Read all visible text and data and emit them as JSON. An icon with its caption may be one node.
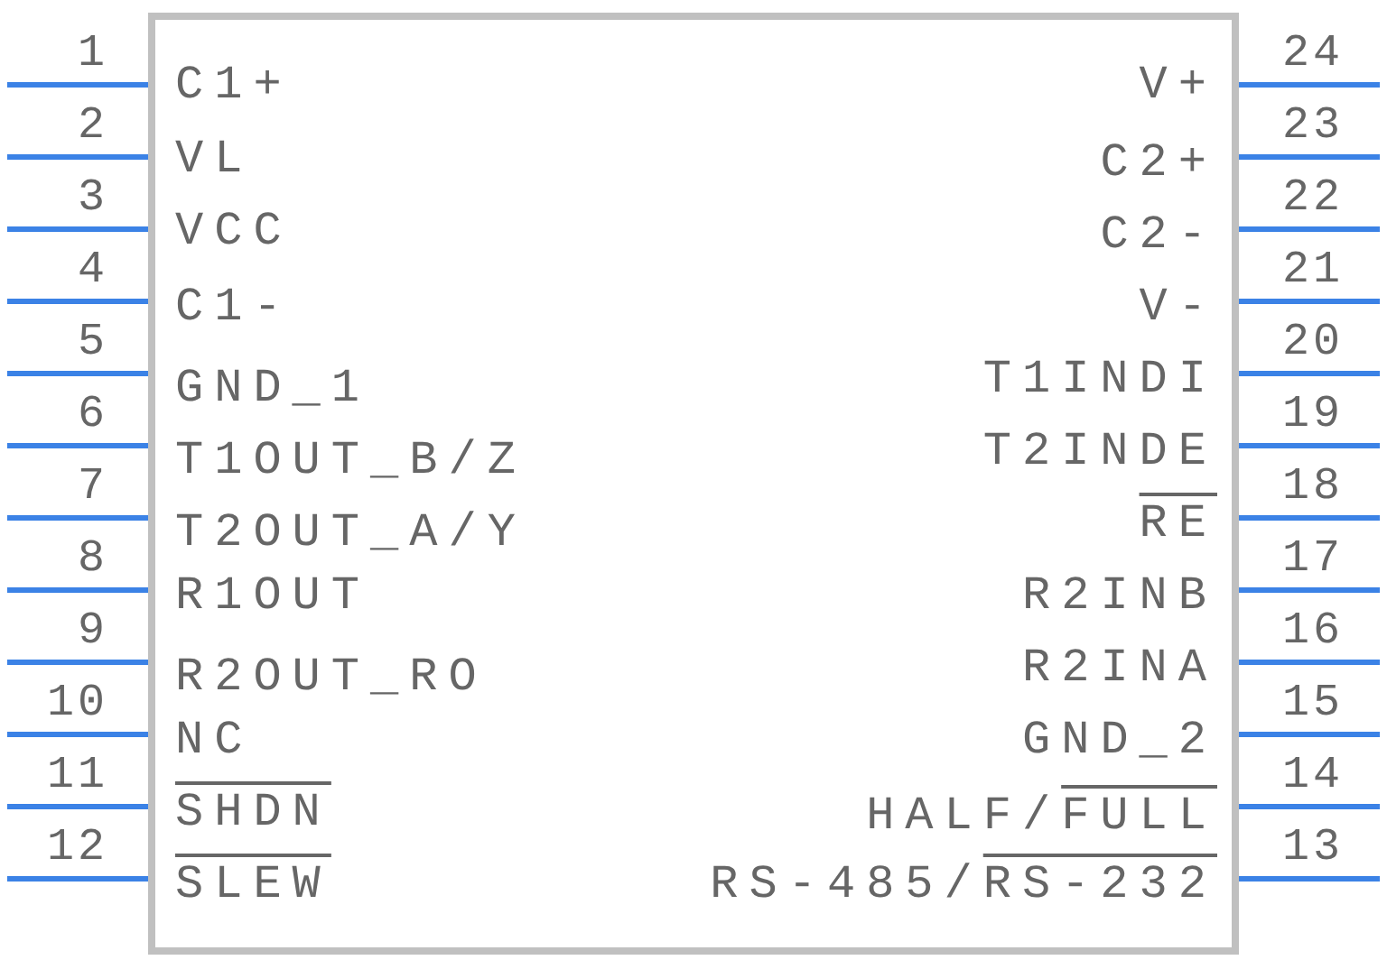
{
  "diagram": {
    "nodes": [
      {
        "text": [],
        "shape": "box"
      }
    ],
    "labels": [
      "1",
      "C1+",
      "V+",
      "24",
      "2",
      "VL",
      "C2+",
      "23",
      "3",
      "VCC",
      "C2-",
      "22",
      "4",
      "C1-",
      "V-",
      "21",
      "5",
      "GND_1",
      "T1INDI",
      "20",
      "6",
      "T1OUT_B/Z",
      "T2INDE",
      "19",
      "7",
      "T2OUT_A/Y",
      "RE",
      "18",
      "8",
      "R1OUT",
      "R2INB",
      "17",
      "9",
      "R2OUT_RO",
      "R2INA",
      "16",
      "10",
      "NC",
      "GND_2",
      "15",
      "11",
      "SHDN",
      "HALF/FULL",
      "14",
      "12",
      "SLEW",
      "RS-485/RS-232",
      "13"
    ]
  }
}
